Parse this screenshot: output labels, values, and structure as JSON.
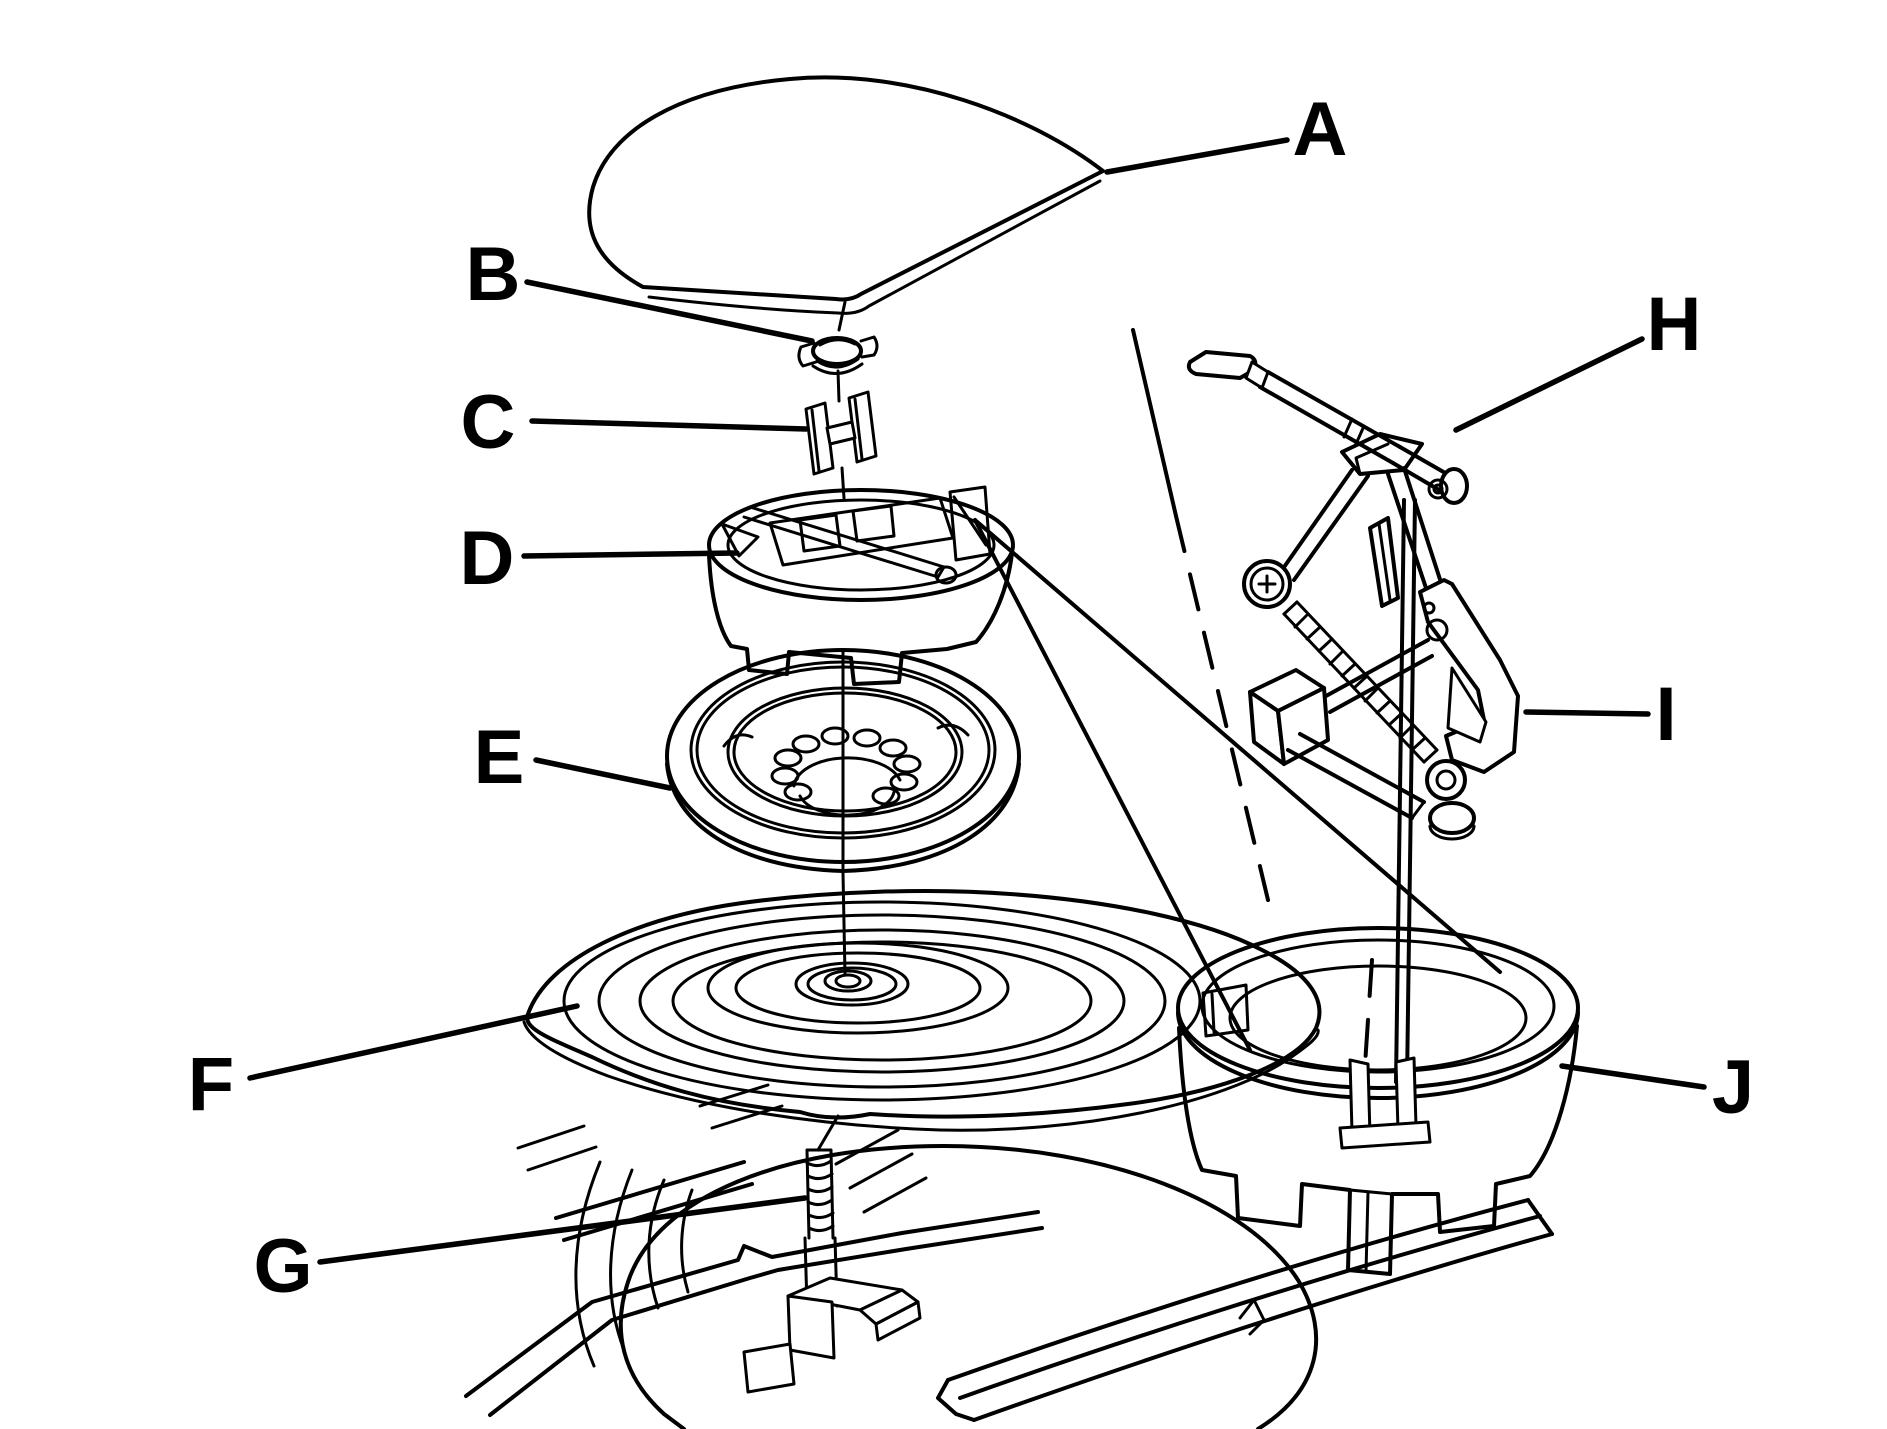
{
  "diagram": {
    "kind": "exploded-parts-diagram",
    "labels": [
      {
        "letter": "A"
      },
      {
        "letter": "B"
      },
      {
        "letter": "C"
      },
      {
        "letter": "D"
      },
      {
        "letter": "E"
      },
      {
        "letter": "F"
      },
      {
        "letter": "G"
      },
      {
        "letter": "H"
      },
      {
        "letter": "I"
      },
      {
        "letter": "J"
      }
    ],
    "colors": {
      "ink": "#000000",
      "paper": "#ffffff"
    }
  }
}
